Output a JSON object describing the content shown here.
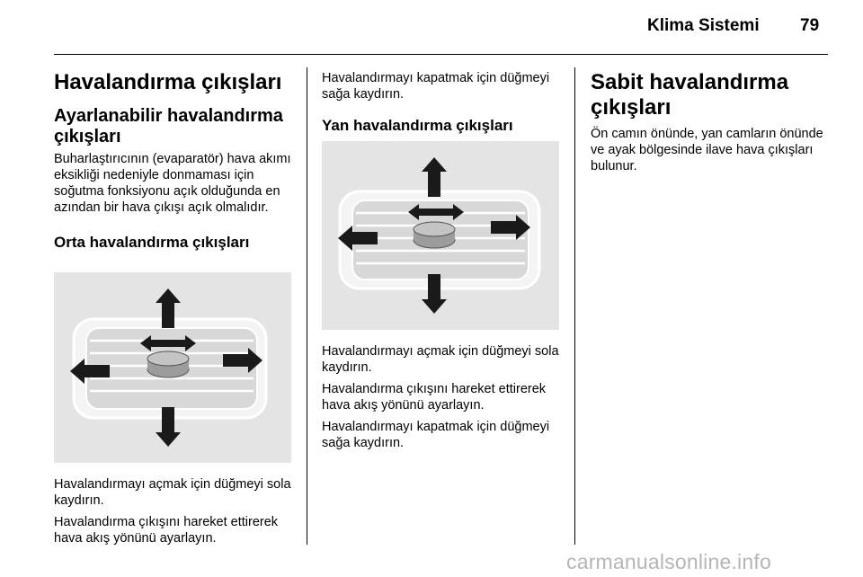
{
  "header": {
    "title": "Klima Sistemi",
    "page_number": "79"
  },
  "col1": {
    "title": "Havalandırma çıkışları",
    "subtitle": "Ayarlanabilir havalandırma çıkışları",
    "intro": "Buharlaştırıcının (evaparatör) hava akımı eksikliği nedeniyle donmaması için soğutma fonksiyonu açık olduğunda en azından bir hava çıkışı açık olmalıdır.",
    "section_title": "Orta havalandırma çıkışları",
    "para1": "Havalandırmayı açmak için düğmeyi sola kaydırın.",
    "para2": "Havalandırma çıkışını hareket ettirerek hava akış yönünü ayarlayın."
  },
  "col2": {
    "para1": "Havalandırmayı kapatmak için düğmeyi sağa kaydırın.",
    "section_title": "Yan havalandırma çıkışları",
    "para2": "Havalandırmayı açmak için düğmeyi sola kaydırın.",
    "para3": "Havalandırma çıkışını hareket ettirerek hava akış yönünü ayarlayın.",
    "para4": "Havalandırmayı kapatmak için düğmeyi sağa kaydırın."
  },
  "col3": {
    "title": "Sabit havalandırma çıkışları",
    "para1": "Ön camın önünde, yan camların önünde ve ayak bölgesinde ilave hava çıkışları bulunur."
  },
  "watermark": "carmanualsonline.info",
  "colors": {
    "figure_bg": "#e4e4e4",
    "arrow": "#1a1a1a",
    "rule": "#000000",
    "watermark": "#b5b5b5"
  }
}
